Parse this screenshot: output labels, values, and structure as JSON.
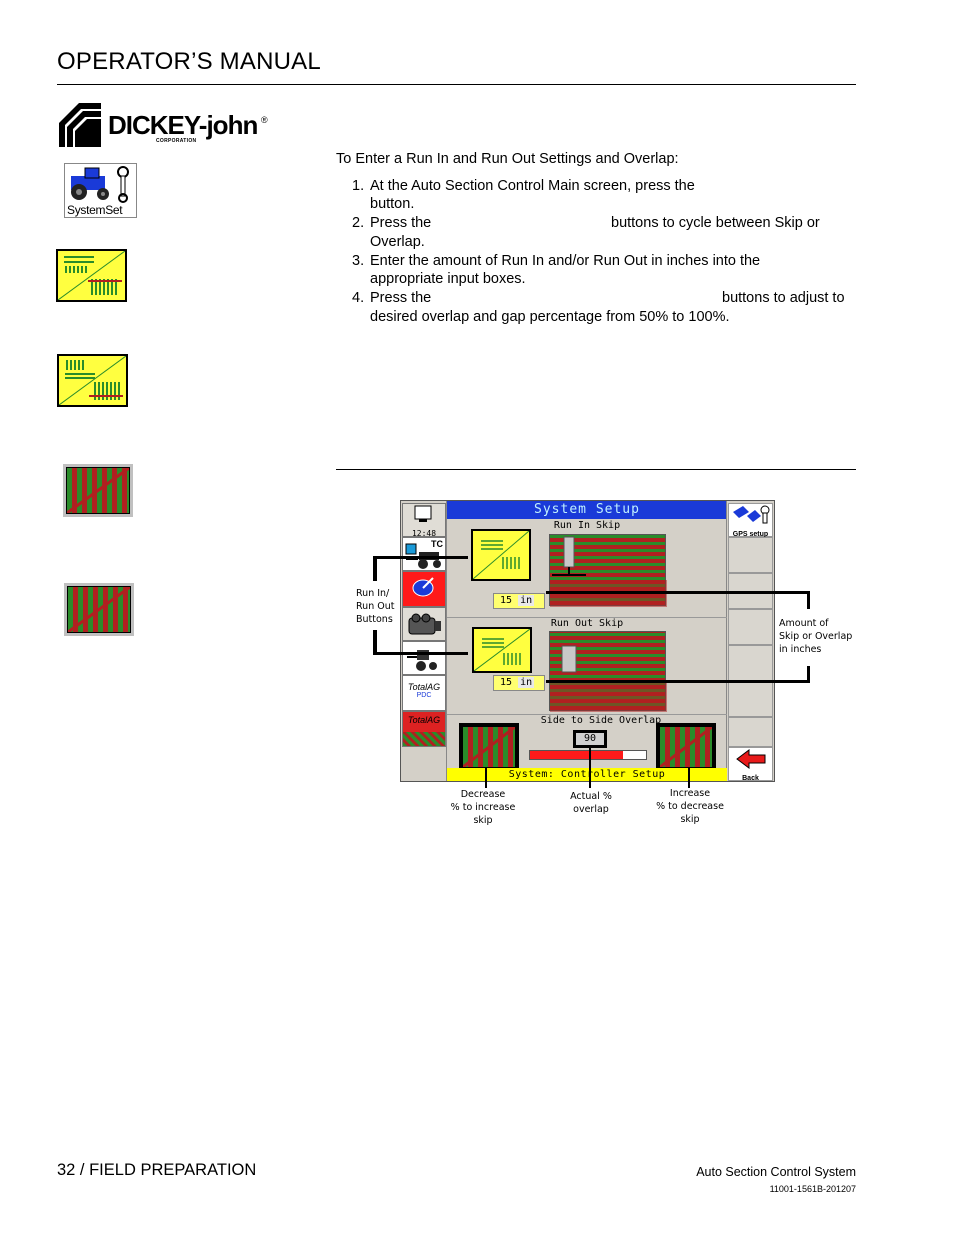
{
  "header": {
    "title": "OPERATOR’S MANUAL"
  },
  "logo": {
    "name": "DICKEY-john",
    "reg": "®",
    "corp": "CORPORATION"
  },
  "side_icons": {
    "system_setup_label": "SystemSet"
  },
  "instructions": {
    "intro": "To Enter a Run In and Run Out Settings and Overlap:",
    "steps": [
      {
        "num": "1.",
        "line1": "At the Auto Section Control Main screen, press the",
        "line2": "button."
      },
      {
        "num": "2.",
        "line1": "Press the",
        "line1b": "buttons to cycle between Skip or",
        "line2": "Overlap."
      },
      {
        "num": "3.",
        "line1": "Enter the amount of Run In and/or Run Out in inches into the",
        "line2": "appropriate input boxes."
      },
      {
        "num": "4.",
        "line1": "Press the",
        "line1b": "buttons to adjust to",
        "line2": "desired overlap and gap percentage from 50% to 100%."
      }
    ]
  },
  "screen": {
    "title": "System Setup",
    "clock": "12:48",
    "tc_label": "TC",
    "gps_setup": "GPS setup",
    "back": "Back",
    "run_in_label": "Run In Skip",
    "run_in_value": "15",
    "run_out_label": "Run Out Skip",
    "run_out_value": "15",
    "unit": "in",
    "side_overlap_label": "Side to Side Overlap",
    "overlap_value": "90",
    "overlap_fraction": 0.8,
    "status": "System: Controller Setup",
    "brand1": "TotalAG",
    "brand2": "PDC",
    "brand3": "TotalAG"
  },
  "callouts": {
    "run_buttons": [
      "Run In/",
      "Run Out",
      "Buttons"
    ],
    "amount": [
      "Amount of",
      "Skip or Overlap",
      "in inches"
    ],
    "decrease": [
      "Decrease",
      "% to increase",
      "skip"
    ],
    "actual": [
      "Actual %",
      "overlap"
    ],
    "increase": [
      "Increase",
      "% to decrease",
      "skip"
    ]
  },
  "footer": {
    "left": "32 / FIELD PREPARATION",
    "right": "Auto Section Control System",
    "code": "11001-1561B-201207"
  }
}
